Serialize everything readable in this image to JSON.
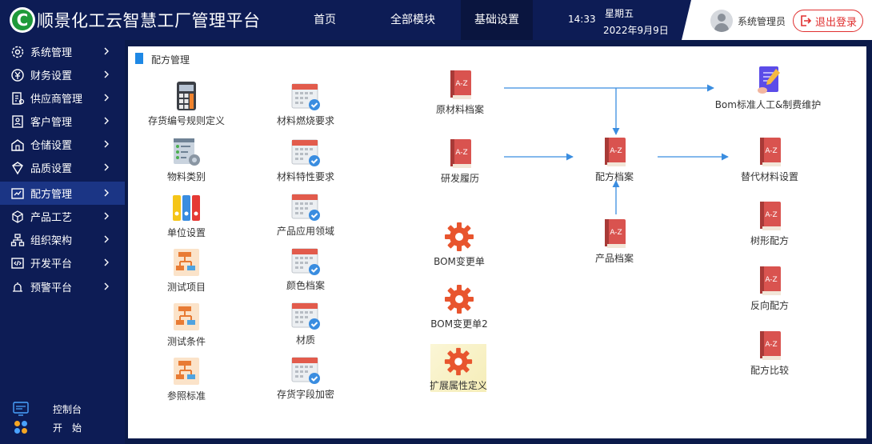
{
  "app": {
    "title": "顺景化工云智慧工厂管理平台"
  },
  "header": {
    "nav": [
      {
        "label": "首页",
        "active": false
      },
      {
        "label": "全部模块",
        "active": false
      },
      {
        "label": "基础设置",
        "active": true
      }
    ],
    "time": "14:33",
    "weekday": "星期五",
    "date": "2022年9月9日",
    "user": "系统管理员",
    "logout_label": "退出登录"
  },
  "sidebar": {
    "items": [
      {
        "label": "系统管理",
        "icon": "gear-icon"
      },
      {
        "label": "财务设置",
        "icon": "finance-icon"
      },
      {
        "label": "供应商管理",
        "icon": "supplier-icon"
      },
      {
        "label": "客户管理",
        "icon": "customer-icon"
      },
      {
        "label": "仓储设置",
        "icon": "warehouse-icon"
      },
      {
        "label": "品质设置",
        "icon": "quality-icon"
      },
      {
        "label": "配方管理",
        "icon": "formula-icon",
        "active": true
      },
      {
        "label": "产品工艺",
        "icon": "cube-icon"
      },
      {
        "label": "组织架构",
        "icon": "org-icon"
      },
      {
        "label": "开发平台",
        "icon": "code-icon"
      },
      {
        "label": "预警平台",
        "icon": "alert-icon"
      }
    ],
    "bottom": [
      {
        "label": "控制台",
        "icon": "console-icon"
      },
      {
        "label": "开　始",
        "icon": "start-icon"
      }
    ]
  },
  "main": {
    "section_title": "配方管理",
    "modules": [
      {
        "label": "存货编号规则定义",
        "icon": "calculator-icon"
      },
      {
        "label": "物料类别",
        "icon": "settings-list-icon"
      },
      {
        "label": "单位设置",
        "icon": "binders-icon"
      },
      {
        "label": "测试项目",
        "icon": "flowchart-icon"
      },
      {
        "label": "测试条件",
        "icon": "flowchart-icon"
      },
      {
        "label": "参照标准",
        "icon": "flowchart-icon"
      },
      {
        "label": "材料燃烧要求",
        "icon": "calendar-check-icon"
      },
      {
        "label": "材料特性要求",
        "icon": "calendar-check-icon"
      },
      {
        "label": "产品应用领域",
        "icon": "calendar-check-icon"
      },
      {
        "label": "颜色档案",
        "icon": "calendar-check-icon"
      },
      {
        "label": "材质",
        "icon": "calendar-check-icon"
      },
      {
        "label": "存货字段加密",
        "icon": "calendar-check-icon"
      },
      {
        "label": "原材料档案",
        "icon": "az-book-icon"
      },
      {
        "label": "研发履历",
        "icon": "az-book-icon"
      },
      {
        "label": "BOM变更单",
        "icon": "cog-icon"
      },
      {
        "label": "BOM变更单2",
        "icon": "cog-icon"
      },
      {
        "label": "扩展属性定义",
        "icon": "cog-icon"
      },
      {
        "label": "配方档案",
        "icon": "az-book-icon"
      },
      {
        "label": "产品档案",
        "icon": "az-book-icon"
      },
      {
        "label": "Bom标准人工&制费维护",
        "icon": "notebook-icon"
      },
      {
        "label": "替代材料设置",
        "icon": "az-book-icon"
      },
      {
        "label": "树形配方",
        "icon": "az-book-icon"
      },
      {
        "label": "反向配方",
        "icon": "az-book-icon"
      },
      {
        "label": "配方比较",
        "icon": "az-book-icon"
      }
    ]
  },
  "colors": {
    "header_bg": "#0d1c55",
    "accent": "#1e88e5",
    "logout": "#e03030",
    "book_red": "#d9534f"
  }
}
